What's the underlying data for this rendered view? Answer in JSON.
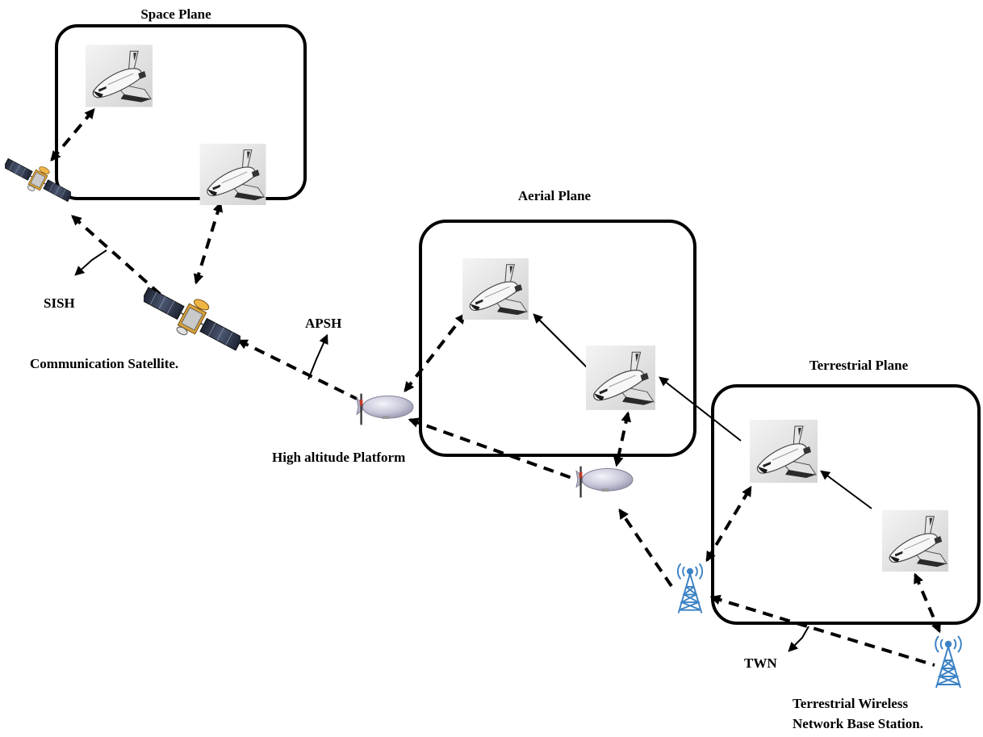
{
  "planes": {
    "space": "Space Plane",
    "aerial": "Aerial Plane",
    "terrestrial": "Terrestrial Plane"
  },
  "nodes": {
    "satellite": "Communication Satellite.",
    "hap": "High altitude Platform",
    "base_station_line1": "Terrestrial Wireless",
    "base_station_line2": "Network Base Station."
  },
  "links": {
    "sish": "SISH",
    "apsh": "APSH",
    "twn": "TWN"
  }
}
